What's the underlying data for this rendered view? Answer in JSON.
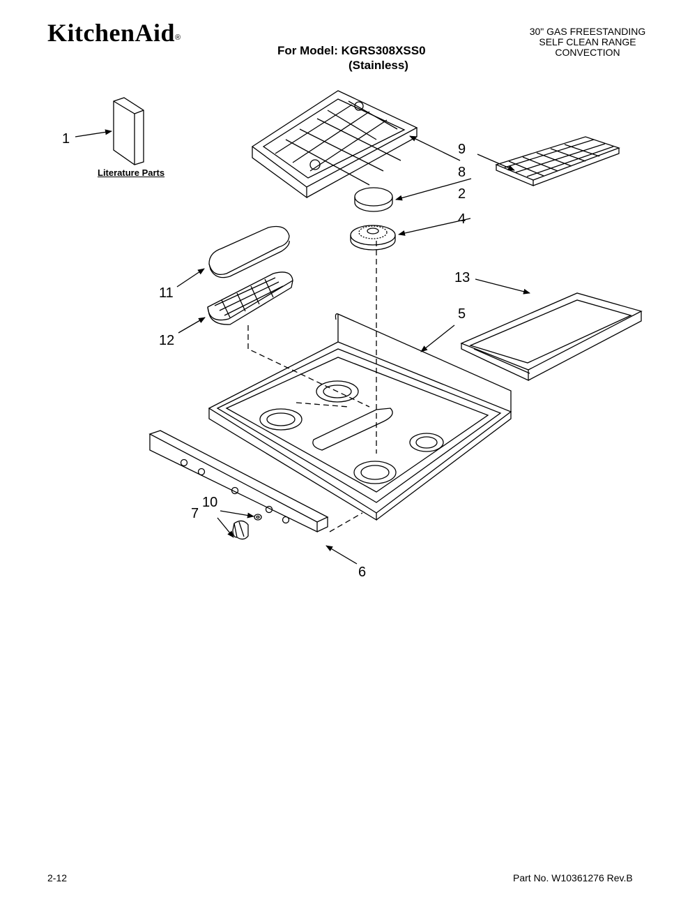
{
  "header": {
    "brand": "KitchenAid",
    "brand_mark": "®",
    "model_line1": "For Model: KGRS308XSS0",
    "model_line2": "(Stainless)",
    "product_lines": [
      "30\" GAS FREESTANDING",
      "SELF CLEAN RANGE",
      "CONVECTION"
    ]
  },
  "diagram": {
    "literature_label": "Literature Parts",
    "callouts": [
      {
        "id": "1",
        "label": "1"
      },
      {
        "id": "2",
        "label": "2"
      },
      {
        "id": "4",
        "label": "4"
      },
      {
        "id": "5",
        "label": "5"
      },
      {
        "id": "6",
        "label": "6"
      },
      {
        "id": "7",
        "label": "7"
      },
      {
        "id": "8",
        "label": "8"
      },
      {
        "id": "9",
        "label": "9"
      },
      {
        "id": "10",
        "label": "10"
      },
      {
        "id": "11",
        "label": "11"
      },
      {
        "id": "12",
        "label": "12"
      },
      {
        "id": "13",
        "label": "13"
      }
    ]
  },
  "footer": {
    "page_number": "2-12",
    "part_number": "Part No. W10361276 Rev.B"
  }
}
